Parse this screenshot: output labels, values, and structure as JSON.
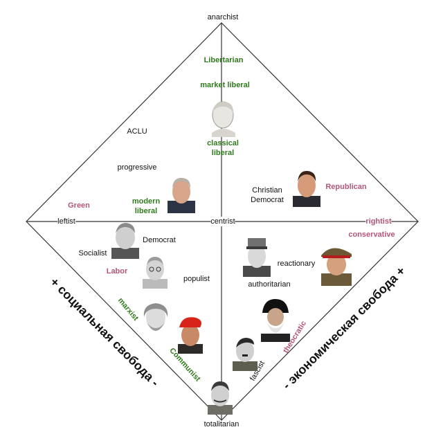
{
  "axis_labels": {
    "top": "anarchist",
    "bottom": "totalitarian",
    "left": "leftist",
    "center": "centrist",
    "right": "rightist"
  },
  "labels": {
    "libertarian": "Libertarian",
    "market_liberal": "market liberal",
    "classical_liberal": "classical\nliberal",
    "aclu": "ACLU",
    "progressive": "progressive",
    "green": "Green",
    "modern_liberal": "modern\nliberal",
    "christian_democrat": "Christian\nDemocrat",
    "republican": "Republican",
    "conservative": "conservative",
    "democrat": "Democrat",
    "socialist": "Socialist",
    "labor": "Labor",
    "populist": "populist",
    "reactionary": "reactionary",
    "authoritarian": "authoritarian",
    "marxist": "marxist",
    "communist": "Communist",
    "theocratic": "theocratic",
    "fascist": "fascist"
  },
  "side_text": {
    "left": "+ социальная свобода -",
    "right": "- экономическая свобода +"
  },
  "colors": {
    "green": "#2f7a1c",
    "pink": "#b5557a",
    "line": "#333333"
  },
  "portraits": [
    "bust-portrait",
    "portrait-president-1",
    "portrait-president-2",
    "portrait-president-3",
    "portrait-leader-cap",
    "portrait-man-suit",
    "portrait-bearded-philosopher",
    "portrait-red-beret",
    "portrait-general-cap",
    "portrait-cleric-turban",
    "portrait-dictator-1",
    "portrait-dictator-2"
  ]
}
